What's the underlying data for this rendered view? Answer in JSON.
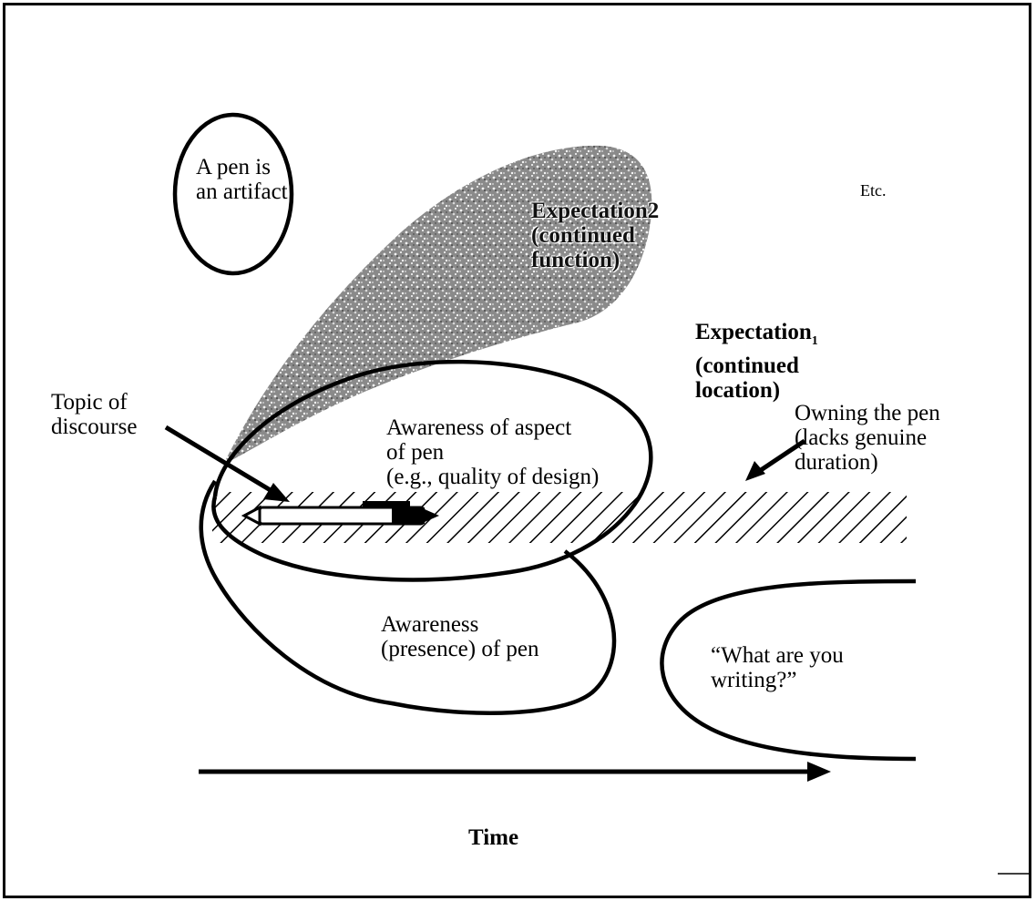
{
  "labels": {
    "pen_artifact": "A pen is\nan artifact",
    "etc": "Etc.",
    "expectation2": "Expectation2\n(continued\nfunction)",
    "expectation1_word": "Expectation",
    "expectation1_sub": "1",
    "expectation1_rest": "(continued\nlocation)",
    "topic": "Topic of\ndiscourse",
    "awareness_aspect": "Awareness of aspect\nof pen\n(e.g., quality of design)",
    "owning": "Owning the pen\n(lacks genuine\nduration)",
    "awareness_presence": "Awareness\n(presence) of pen",
    "what_writing": "“What are you\nwriting?”",
    "time": "Time"
  }
}
